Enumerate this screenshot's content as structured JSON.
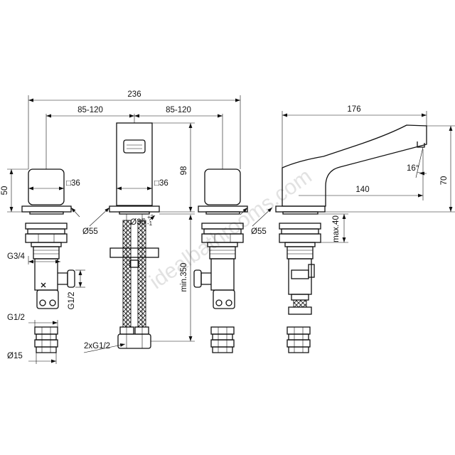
{
  "watermark": "idealbathrooms.com",
  "dimensions": {
    "overall_width": "236",
    "spacing_left": "85-120",
    "spacing_right": "85-120",
    "spout_length": "176",
    "handle_height": "50",
    "handle_square": "□36",
    "spout_square": "□36",
    "body_height": "98",
    "rosette_left": "Ø55",
    "rosette_right": "Ø55",
    "hole_diameter": "Ø35",
    "hole_tol_upper": "+2",
    "hole_tol_lower": "-1",
    "inlet_thread": "G3/4",
    "outlet_thread": "G1/2",
    "nut_thread": "G1/2",
    "nut_diameter": "Ø15",
    "hose_length": "min.350",
    "hose_threads": "2xG1/2",
    "deck_thickness": "max.40",
    "spout_angle": "16°",
    "spout_reach": "140",
    "spout_height": "70"
  }
}
